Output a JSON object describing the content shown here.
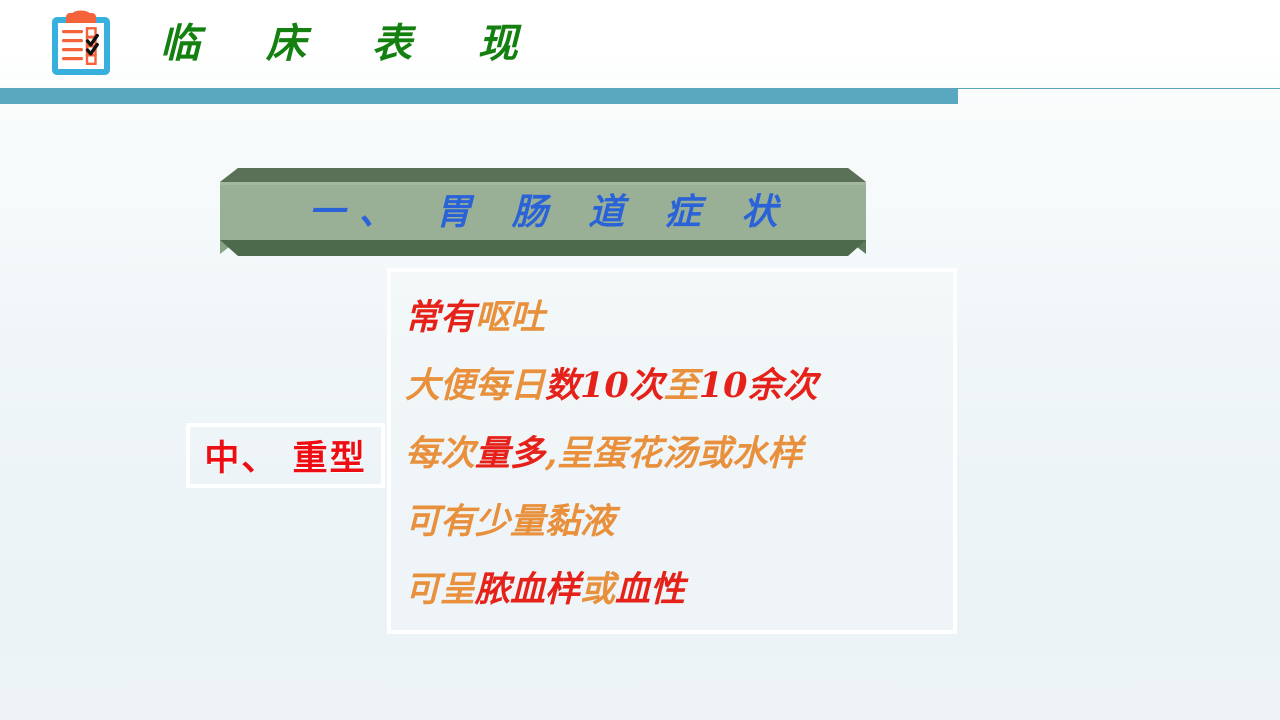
{
  "header": {
    "icon": "clipboard-checklist-icon",
    "title": "临 床 表 现",
    "title_color": "#138010",
    "bar_color": "#5aa8bf"
  },
  "banner": {
    "text": "一、 胃 肠 道 症 状",
    "text_color": "#2a63d8",
    "face_color": "#9ab096",
    "edge_color": "#5a7158",
    "side_color": "#88a486"
  },
  "label_box": {
    "text": "中、 重型",
    "text_color": "#ee0d12",
    "border_color": "#ffffff"
  },
  "content": {
    "border_color": "#ffffff",
    "red": "#e6211a",
    "orange": "#e8903c",
    "lines": [
      {
        "id": "line-1",
        "plain": "常有呕吐",
        "segments": [
          {
            "text": "常有",
            "color": "red"
          },
          {
            "text": "呕吐",
            "color": "orange"
          }
        ]
      },
      {
        "id": "line-2",
        "plain": "大便每日数10次至10余次",
        "segments": [
          {
            "text": "大便每日",
            "color": "orange"
          },
          {
            "text": "数10次",
            "color": "red"
          },
          {
            "text": "至",
            "color": "orange"
          },
          {
            "text": "10余次",
            "color": "red"
          }
        ]
      },
      {
        "id": "line-3",
        "plain": "每次量多,呈蛋花汤或水样",
        "segments": [
          {
            "text": "每次",
            "color": "orange"
          },
          {
            "text": "量多",
            "color": "red"
          },
          {
            "text": ",呈蛋花汤或水样",
            "color": "orange"
          }
        ]
      },
      {
        "id": "line-4",
        "plain": "可有少量黏液",
        "segments": [
          {
            "text": "可有少量黏液",
            "color": "orange"
          }
        ]
      },
      {
        "id": "line-5",
        "plain": "可呈脓血样或血性",
        "segments": [
          {
            "text": "可呈",
            "color": "orange"
          },
          {
            "text": "脓血样",
            "color": "red"
          },
          {
            "text": "或",
            "color": "orange"
          },
          {
            "text": "血性",
            "color": "red"
          }
        ]
      }
    ]
  }
}
